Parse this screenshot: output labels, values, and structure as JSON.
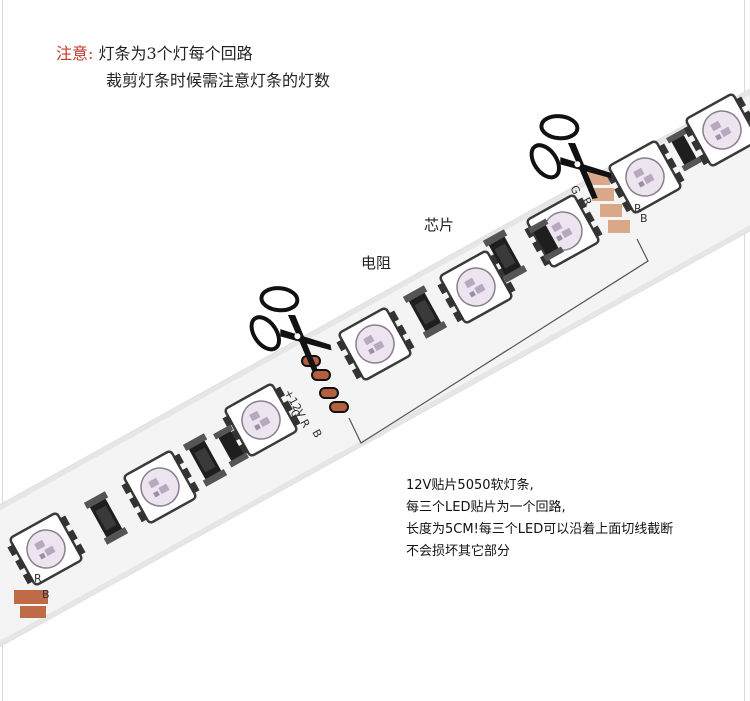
{
  "note": {
    "prefix": "注意:",
    "line1": "灯条为3个灯每个回路",
    "line2": "裁剪灯条时候需注意灯条的灯数"
  },
  "labels": {
    "chip": "芯片",
    "resistor": "电阻"
  },
  "description": {
    "line1": "12V贴片5050软灯条,",
    "line2": "每三个LED贴片为一个回路,",
    "line3": "长度为5CM!每三个LED可以沿着上面切线截断",
    "line4": "不会损坏其它部分"
  },
  "pad_marks": [
    "12V",
    "G",
    "R",
    "B"
  ],
  "colors": {
    "strip": "#f4f4f4",
    "led_body": "#ffffff",
    "led_lens": "#ece4ee",
    "copper": "#c06b48",
    "note_accent": "#c0392b"
  },
  "icons": [
    "scissors-icon",
    "scissors-icon"
  ]
}
